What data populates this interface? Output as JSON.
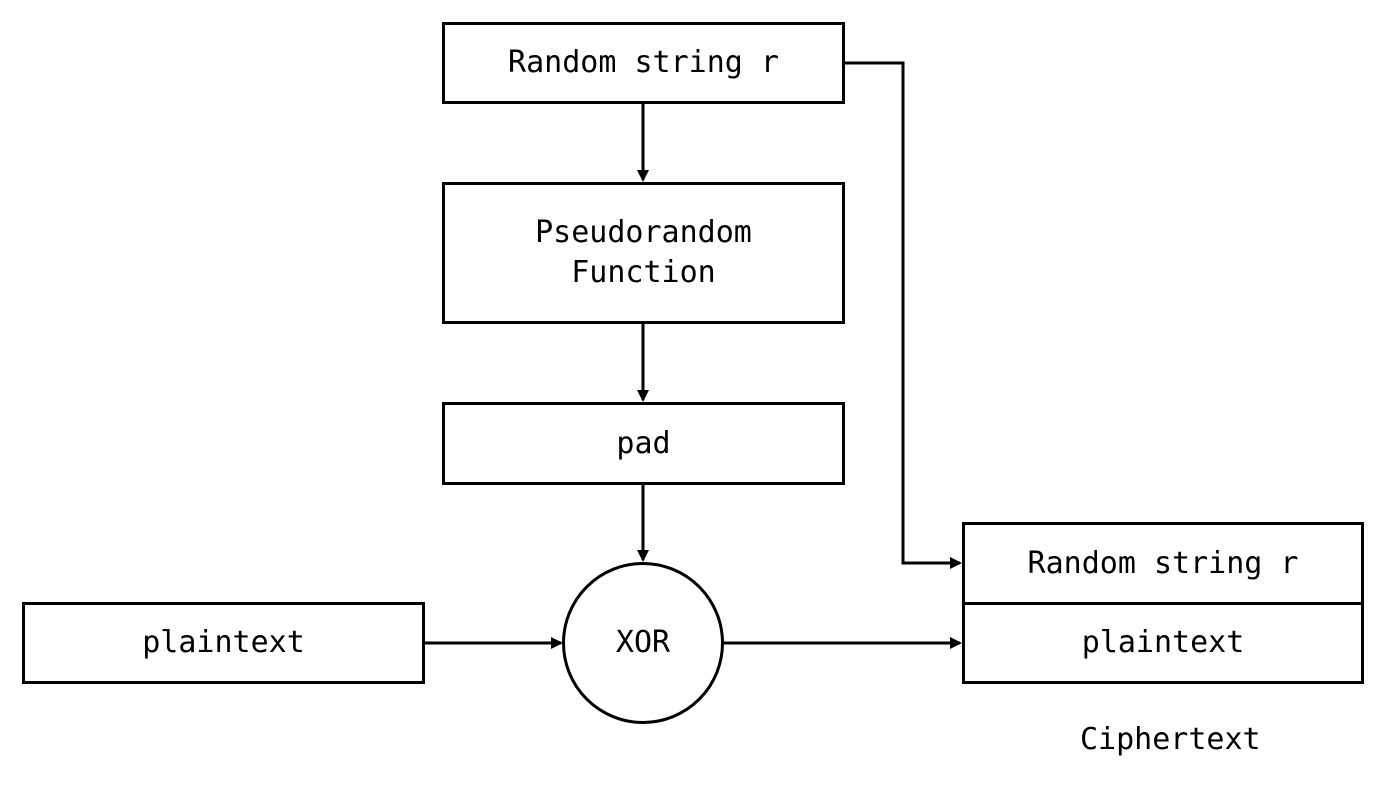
{
  "nodes": {
    "random_string": "Random string r",
    "prf": "Pseudorandom\nFunction",
    "pad": "pad",
    "xor": "XOR",
    "plaintext_input": "plaintext",
    "cipher_random_string": "Random string r",
    "cipher_plaintext": "plaintext"
  },
  "caption": "Ciphertext",
  "colors": {
    "stroke": "#000000",
    "background": "#ffffff"
  }
}
